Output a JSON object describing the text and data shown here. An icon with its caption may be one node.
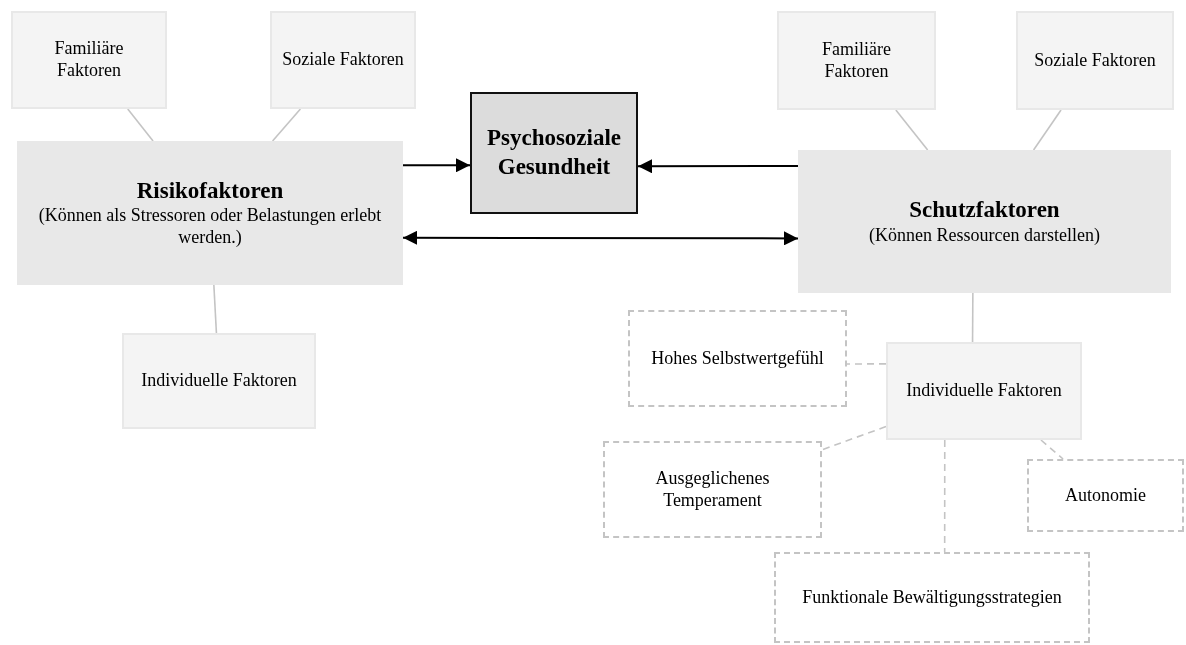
{
  "diagram": {
    "nodes": [
      {
        "text": [
          "Familiäre Faktoren"
        ]
      },
      {
        "text": [
          "Soziale Faktoren"
        ]
      },
      {
        "text": [
          "Risikofaktoren",
          "(Können als Stressoren oder Belastungen erlebt werden.)"
        ]
      },
      {
        "text": [
          "Individuelle Faktoren"
        ]
      },
      {
        "text": [
          "Psychosoziale Gesundheit"
        ]
      },
      {
        "text": [
          "Familiäre Faktoren"
        ]
      },
      {
        "text": [
          "Soziale Faktoren"
        ]
      },
      {
        "text": [
          "Schutzfaktoren",
          "(Können Ressourcen darstellen)"
        ]
      },
      {
        "text": [
          "Hohes Selbstwertgefühl"
        ]
      },
      {
        "text": [
          "Individuelle Faktoren"
        ]
      },
      {
        "text": [
          "Ausgeglichenes Temperament"
        ]
      },
      {
        "text": [
          "Autonomie"
        ]
      },
      {
        "text": [
          "Funktionale Bewältigungsstrategien"
        ]
      }
    ],
    "edges": [
      {
        "from": 0,
        "to": 2,
        "arrow": "none"
      },
      {
        "from": 1,
        "to": 2,
        "arrow": "none"
      },
      {
        "from": 2,
        "to": 3,
        "arrow": "none"
      },
      {
        "from": 2,
        "to": 4,
        "arrow": "to",
        "color": "#000000"
      },
      {
        "from": 7,
        "to": 4,
        "arrow": "to",
        "color": "#000000"
      },
      {
        "from": 2,
        "to": 7,
        "arrow": "both",
        "color": "#000000"
      },
      {
        "from": 5,
        "to": 7,
        "arrow": "none"
      },
      {
        "from": 6,
        "to": 7,
        "arrow": "none"
      },
      {
        "from": 7,
        "to": 9,
        "arrow": "none"
      },
      {
        "from": 9,
        "to": 8,
        "arrow": "none",
        "style": "dashed"
      },
      {
        "from": 9,
        "to": 10,
        "arrow": "none",
        "style": "dashed"
      },
      {
        "from": 9,
        "to": 11,
        "arrow": "none",
        "style": "dashed"
      },
      {
        "from": 9,
        "to": 12,
        "arrow": "none",
        "style": "dashed"
      }
    ]
  }
}
